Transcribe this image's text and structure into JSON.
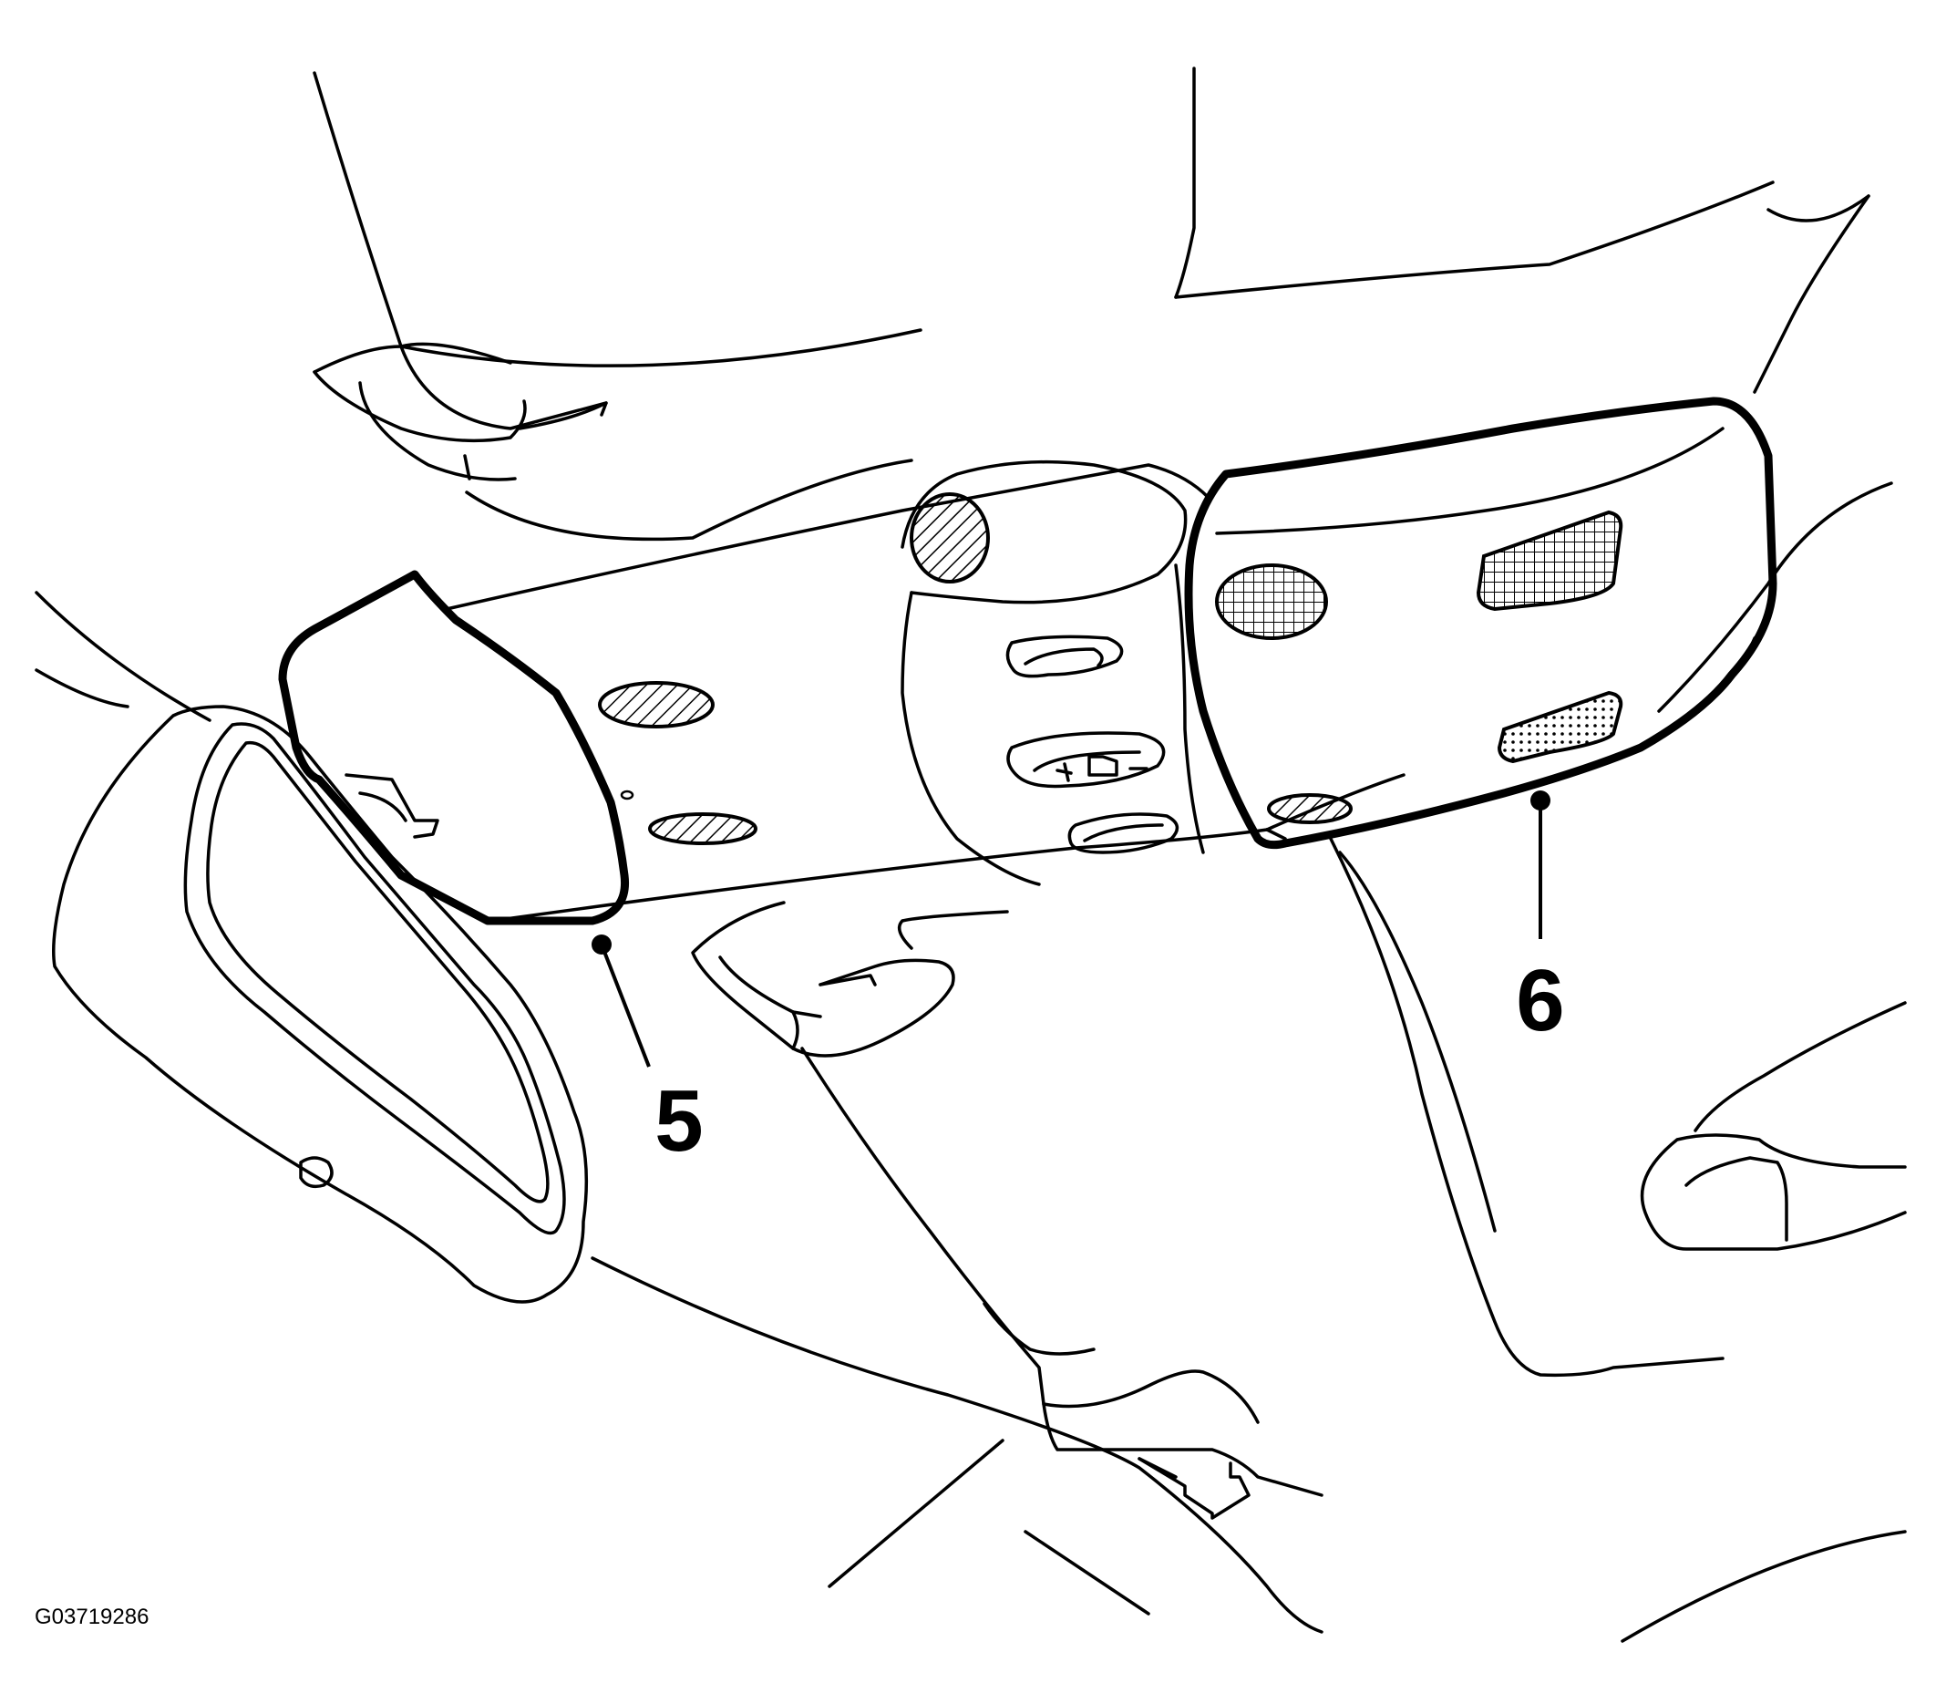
{
  "figure_id": "G03719286",
  "callouts": [
    {
      "label": "5"
    },
    {
      "label": "6"
    }
  ],
  "colors": {
    "line": "#000000",
    "background": "#ffffff"
  }
}
